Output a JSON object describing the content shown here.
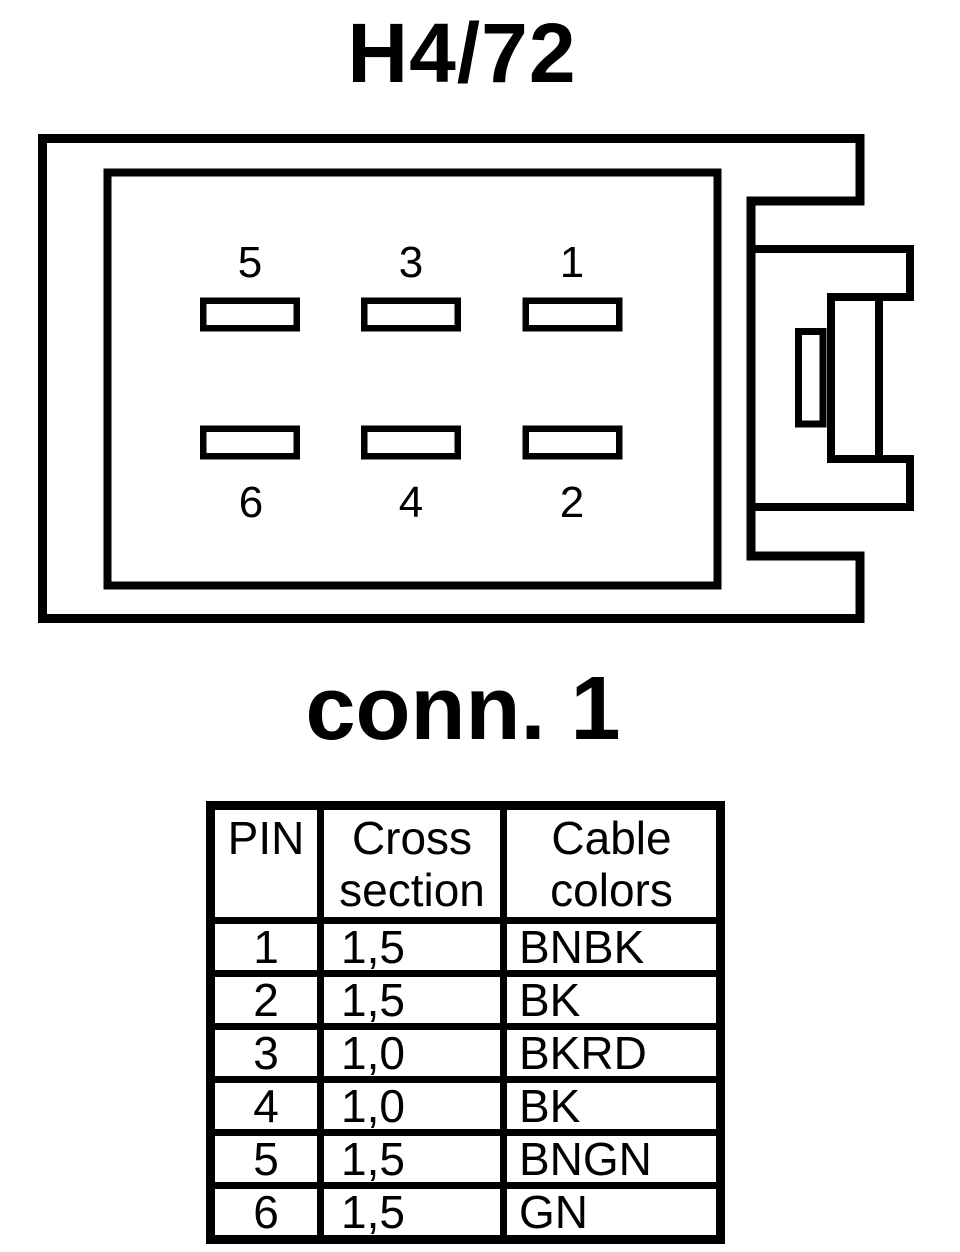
{
  "title": "H4/72",
  "connector": {
    "label": "conn. 1",
    "pins": {
      "top": [
        "5",
        "3",
        "1"
      ],
      "bottom": [
        "6",
        "4",
        "2"
      ]
    }
  },
  "table": {
    "headers": [
      "PIN",
      "Cross section",
      "Cable colors"
    ],
    "rows": [
      [
        "1",
        "1,5",
        "BNBK"
      ],
      [
        "2",
        "1,5",
        "BK"
      ],
      [
        "3",
        "1,0",
        "BKRD"
      ],
      [
        "4",
        "1,0",
        "BK"
      ],
      [
        "5",
        "1,5",
        "BNGN"
      ],
      [
        "6",
        "1,5",
        "GN"
      ]
    ]
  },
  "colors": {
    "line": "#000000",
    "background": "#ffffff"
  }
}
